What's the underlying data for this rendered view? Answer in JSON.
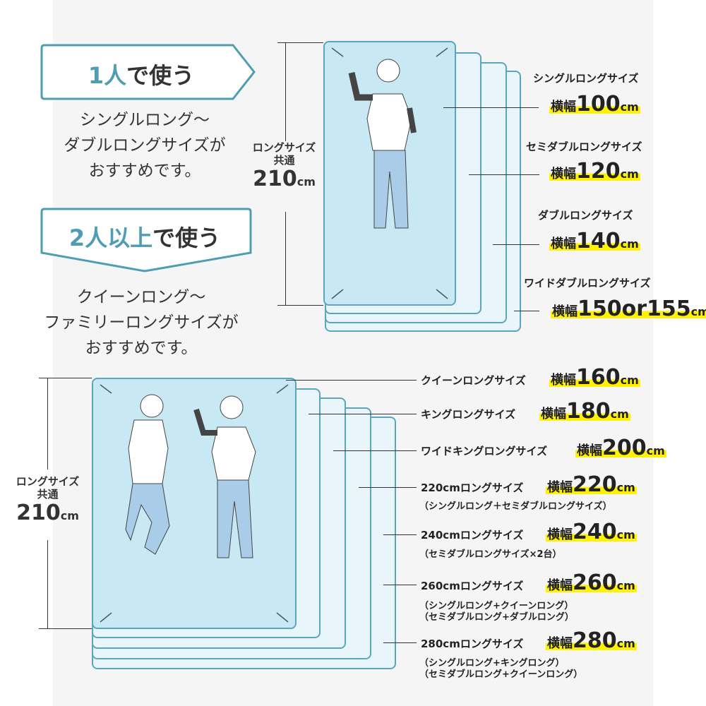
{
  "single_use": {
    "num": "1人",
    "rest": "で使う",
    "desc": [
      "シングルロング〜",
      "ダブルロングサイズが",
      "おすすめです。"
    ]
  },
  "multi_use": {
    "num": "2人以上",
    "rest": "で使う",
    "desc": [
      "クイーンロング〜",
      "ファミリーロングサイズが",
      "おすすめです。"
    ]
  },
  "length_label": {
    "line1": "ロングサイズ",
    "line2": "共通",
    "value": "210",
    "unit": "cm"
  },
  "width_prefix": "横幅",
  "top_sizes": [
    {
      "name": "シングルロングサイズ",
      "width": "100",
      "unit": "cm"
    },
    {
      "name": "セミダブルロングサイズ",
      "width": "120",
      "unit": "cm"
    },
    {
      "name": "ダブルロングサイズ",
      "width": "140",
      "unit": "cm"
    },
    {
      "name": "ワイドダブルロングサイズ",
      "width": "150or155",
      "unit": "cm"
    }
  ],
  "bottom_sizes": [
    {
      "name": "クイーンロングサイズ",
      "width": "160",
      "unit": "cm"
    },
    {
      "name": "キングロングサイズ",
      "width": "180",
      "unit": "cm"
    },
    {
      "name": "ワイドキングロングサイズ",
      "width": "200",
      "unit": "cm"
    },
    {
      "name": "220cmロングサイズ",
      "width": "220",
      "unit": "cm",
      "note": [
        "（シングルロング＋セミダブルロングサイズ）"
      ]
    },
    {
      "name": "240cmロングサイズ",
      "width": "240",
      "unit": "cm",
      "note": [
        "（セミダブルロングサイズ×2台）"
      ]
    },
    {
      "name": "260cmロングサイズ",
      "width": "260",
      "unit": "cm",
      "note": [
        "（シングルロング+クイーンロング）",
        "（セミダブルロング+ダブルロング）"
      ]
    },
    {
      "name": "280cmロングサイズ",
      "width": "280",
      "unit": "cm",
      "note": [
        "（シングルロング+キングロング）",
        "（セミダブルロング+クイーンロング）"
      ]
    }
  ],
  "colors": {
    "accent": "#4e9db3",
    "mattress": "#c8e8f3",
    "mattress_back": "#e8f5fa",
    "border": "#5aa6c0",
    "highlight": "#fff200"
  }
}
